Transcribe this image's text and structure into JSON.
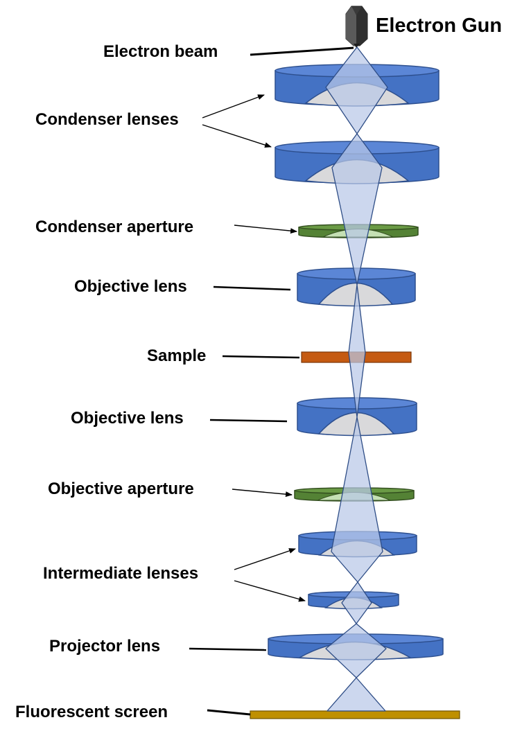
{
  "diagram": {
    "title": "Electron Gun",
    "labels": {
      "electron_beam": "Electron beam",
      "condenser_lenses": "Condenser lenses",
      "condenser_aperture": "Condenser aperture",
      "objective_lens_upper": "Objective lens",
      "sample": "Sample",
      "objective_lens_lower": "Objective lens",
      "objective_aperture": "Objective aperture",
      "intermediate_lenses": "Intermediate lenses",
      "projector_lens": "Projector lens",
      "fluorescent_screen": "Fluorescent screen"
    },
    "colors": {
      "lens_side": "#4472c4",
      "lens_top": "#5b86d6",
      "lens_core": "#d9d9db",
      "beam": "#b8c8e8",
      "beam_outline": "#2e4d86",
      "aperture_side": "#548235",
      "aperture_core": "#c5e0b4",
      "sample": "#c55a11",
      "screen": "#bf9000",
      "gun": "#404040"
    }
  }
}
